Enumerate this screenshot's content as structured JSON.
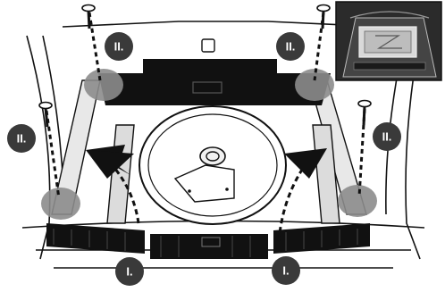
{
  "callouts": {
    "top_left": "II.",
    "top_right": "II.",
    "side_left": "II.",
    "side_right": "II.",
    "bottom_left": "I.",
    "bottom_right": "I."
  },
  "colors": {
    "ink": "#111111",
    "callout_fill": "#3a3a3a",
    "highlight": "#8c8c8c",
    "inset_bg": "#2b2b2b"
  },
  "icons": {
    "screw": "screw-icon",
    "arrow": "push-arrow",
    "inset": "car-boot-overview"
  }
}
